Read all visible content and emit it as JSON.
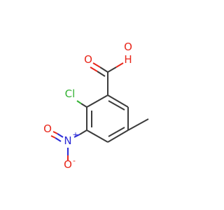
{
  "molecule": {
    "atoms": {
      "oxygen_carbonyl": "O",
      "oxygen_hydroxyl": "O",
      "hydrogen_hydroxyl": "H",
      "chlorine": "Cl",
      "nitrogen": "N",
      "nitro_plus": "+",
      "oxygen_nitro_top": "O",
      "oxygen_nitro_bottom": "O",
      "nitro_minus": "-"
    }
  },
  "colors": {
    "bond": "#3b3b3b",
    "oxygen": "#e8261a",
    "nitrogen": "#2b2bd6",
    "chlorine": "#34b234",
    "carbon": "#3b3b3b"
  }
}
